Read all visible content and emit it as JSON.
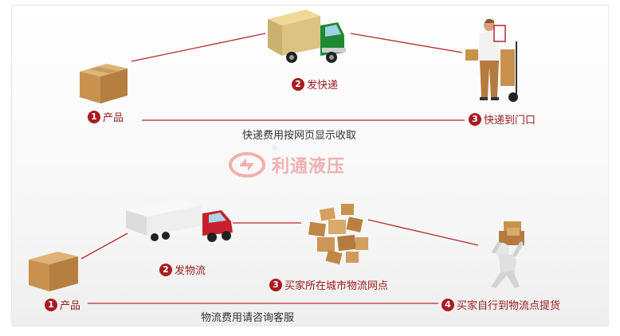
{
  "top_flow": {
    "product": {
      "num": "1",
      "label": "产品"
    },
    "ship": {
      "num": "2",
      "label": "发快递"
    },
    "deliver": {
      "num": "3",
      "label": "快递到门口"
    },
    "note": "快递费用按网页显示收取"
  },
  "bottom_flow": {
    "product": {
      "num": "1",
      "label": "产品"
    },
    "ship": {
      "num": "2",
      "label": "发物流"
    },
    "station": {
      "num": "3",
      "label": "买家所在城市物流网点"
    },
    "pickup": {
      "num": "4",
      "label": "买家自行到物流点提货"
    },
    "note": "物流费用请咨询客服"
  },
  "logo": {
    "text": "利通液压",
    "mark": "®"
  },
  "colors": {
    "accent": "#a81c1f",
    "line": "#b8282c",
    "logo": "#f0b0b0"
  }
}
